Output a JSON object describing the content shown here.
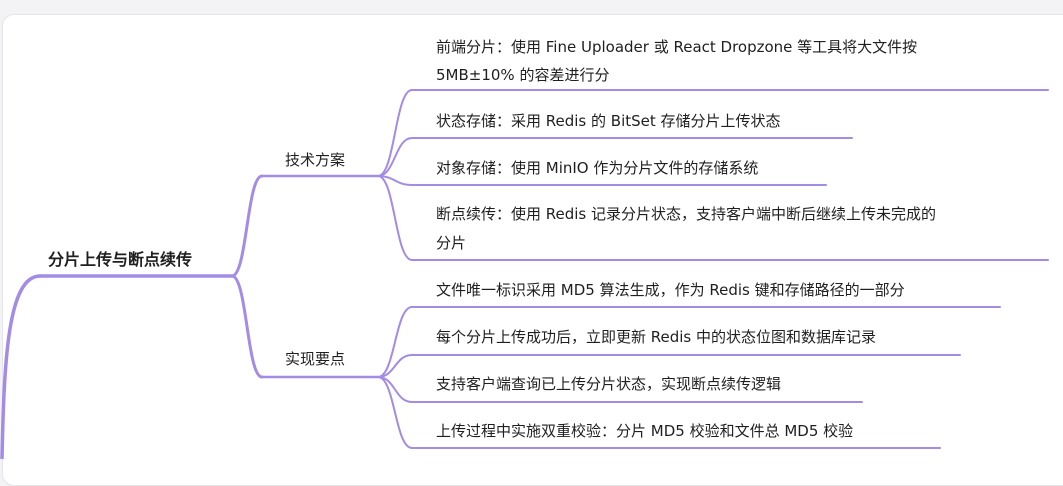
{
  "colors": {
    "line": "#a38be6",
    "text": "#1f1f1f"
  },
  "mindmap": {
    "root": {
      "label": "分片上传与断点续传"
    },
    "branches": [
      {
        "label": "技术方案",
        "leaves": [
          {
            "lines": [
              "前端分片：使用 Fine Uploader 或 React Dropzone 等工具将大文件按",
              "5MB±10% 的容差进行分"
            ]
          },
          {
            "lines": [
              "状态存储：采用 Redis 的 BitSet 存储分片上传状态"
            ]
          },
          {
            "lines": [
              "对象存储：使用 MinIO 作为分片文件的存储系统"
            ]
          },
          {
            "lines": [
              "断点续传：使用 Redis 记录分片状态，支持客户端中断后继续上传未完成的",
              "分片"
            ]
          }
        ]
      },
      {
        "label": "实现要点",
        "leaves": [
          {
            "lines": [
              "文件唯一标识采用 MD5 算法生成，作为 Redis 键和存储路径的一部分"
            ]
          },
          {
            "lines": [
              "每个分片上传成功后，立即更新 Redis 中的状态位图和数据库记录"
            ]
          },
          {
            "lines": [
              "支持客户端查询已上传分片状态，实现断点续传逻辑"
            ]
          },
          {
            "lines": [
              "上传过程中实施双重校验：分片 MD5 校验和文件总 MD5 校验"
            ]
          }
        ]
      }
    ]
  }
}
